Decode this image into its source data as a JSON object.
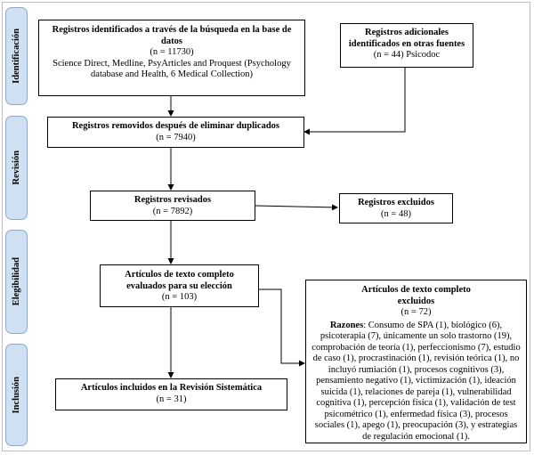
{
  "phases": {
    "identification": "Identificación",
    "review": "Revisión",
    "eligibility": "Elegibilidad",
    "inclusion": "Inclusión"
  },
  "boxes": {
    "identified": {
      "title": "Registros identificados a través de la búsqueda en la base de datos",
      "count": "(n = 11730)",
      "detail": "Science Direct, Medline, PsyArticles and Proquest (Psychology database and Health, 6 Medical Collection)"
    },
    "additional": {
      "title": "Registros adicionales identificados en otras fuentes",
      "count": "(n = 44) Psicodoc"
    },
    "removed": {
      "title": "Registros removidos después de eliminar duplicados",
      "count": "(n = 7940)"
    },
    "reviewed": {
      "title": "Registros revisados",
      "count": "(n = 7892)"
    },
    "excluded": {
      "title": "Registros excluidos",
      "count": "(n = 48)"
    },
    "fulltext": {
      "title": "Artículos de texto completo evaluados para su elección",
      "count": "(n = 103)"
    },
    "fulltext_excluded": {
      "title": "Artículos de texto completo excluidos",
      "count": "(n = 72)",
      "reasons_label": "Razones",
      "reasons_text": ": Consumo de SPA (1), biológico (6), psicoterapia (7), únicamente un solo trastorno (19), comprobación de teoría (1), perfeccionismo (7), estudio de caso (1), procrastinación (1), revisión teórica (1), no incluyó rumiación (1), procesos cognitivos (3), pensamiento negativo (1), victimización (1), ideación suicida (1), relaciones de pareja (1), vulnerabilidad cognitiva (1), percepción física (1), validación de test psicométrico (1), enfermedad física (3), procesos sociales (1), apego (1), preocupación (3), y estrategias de regulación emocional (1)."
    },
    "included": {
      "title": "Artículos incluidos en la Revisión Sistemática",
      "count": "(n = 31)"
    }
  }
}
